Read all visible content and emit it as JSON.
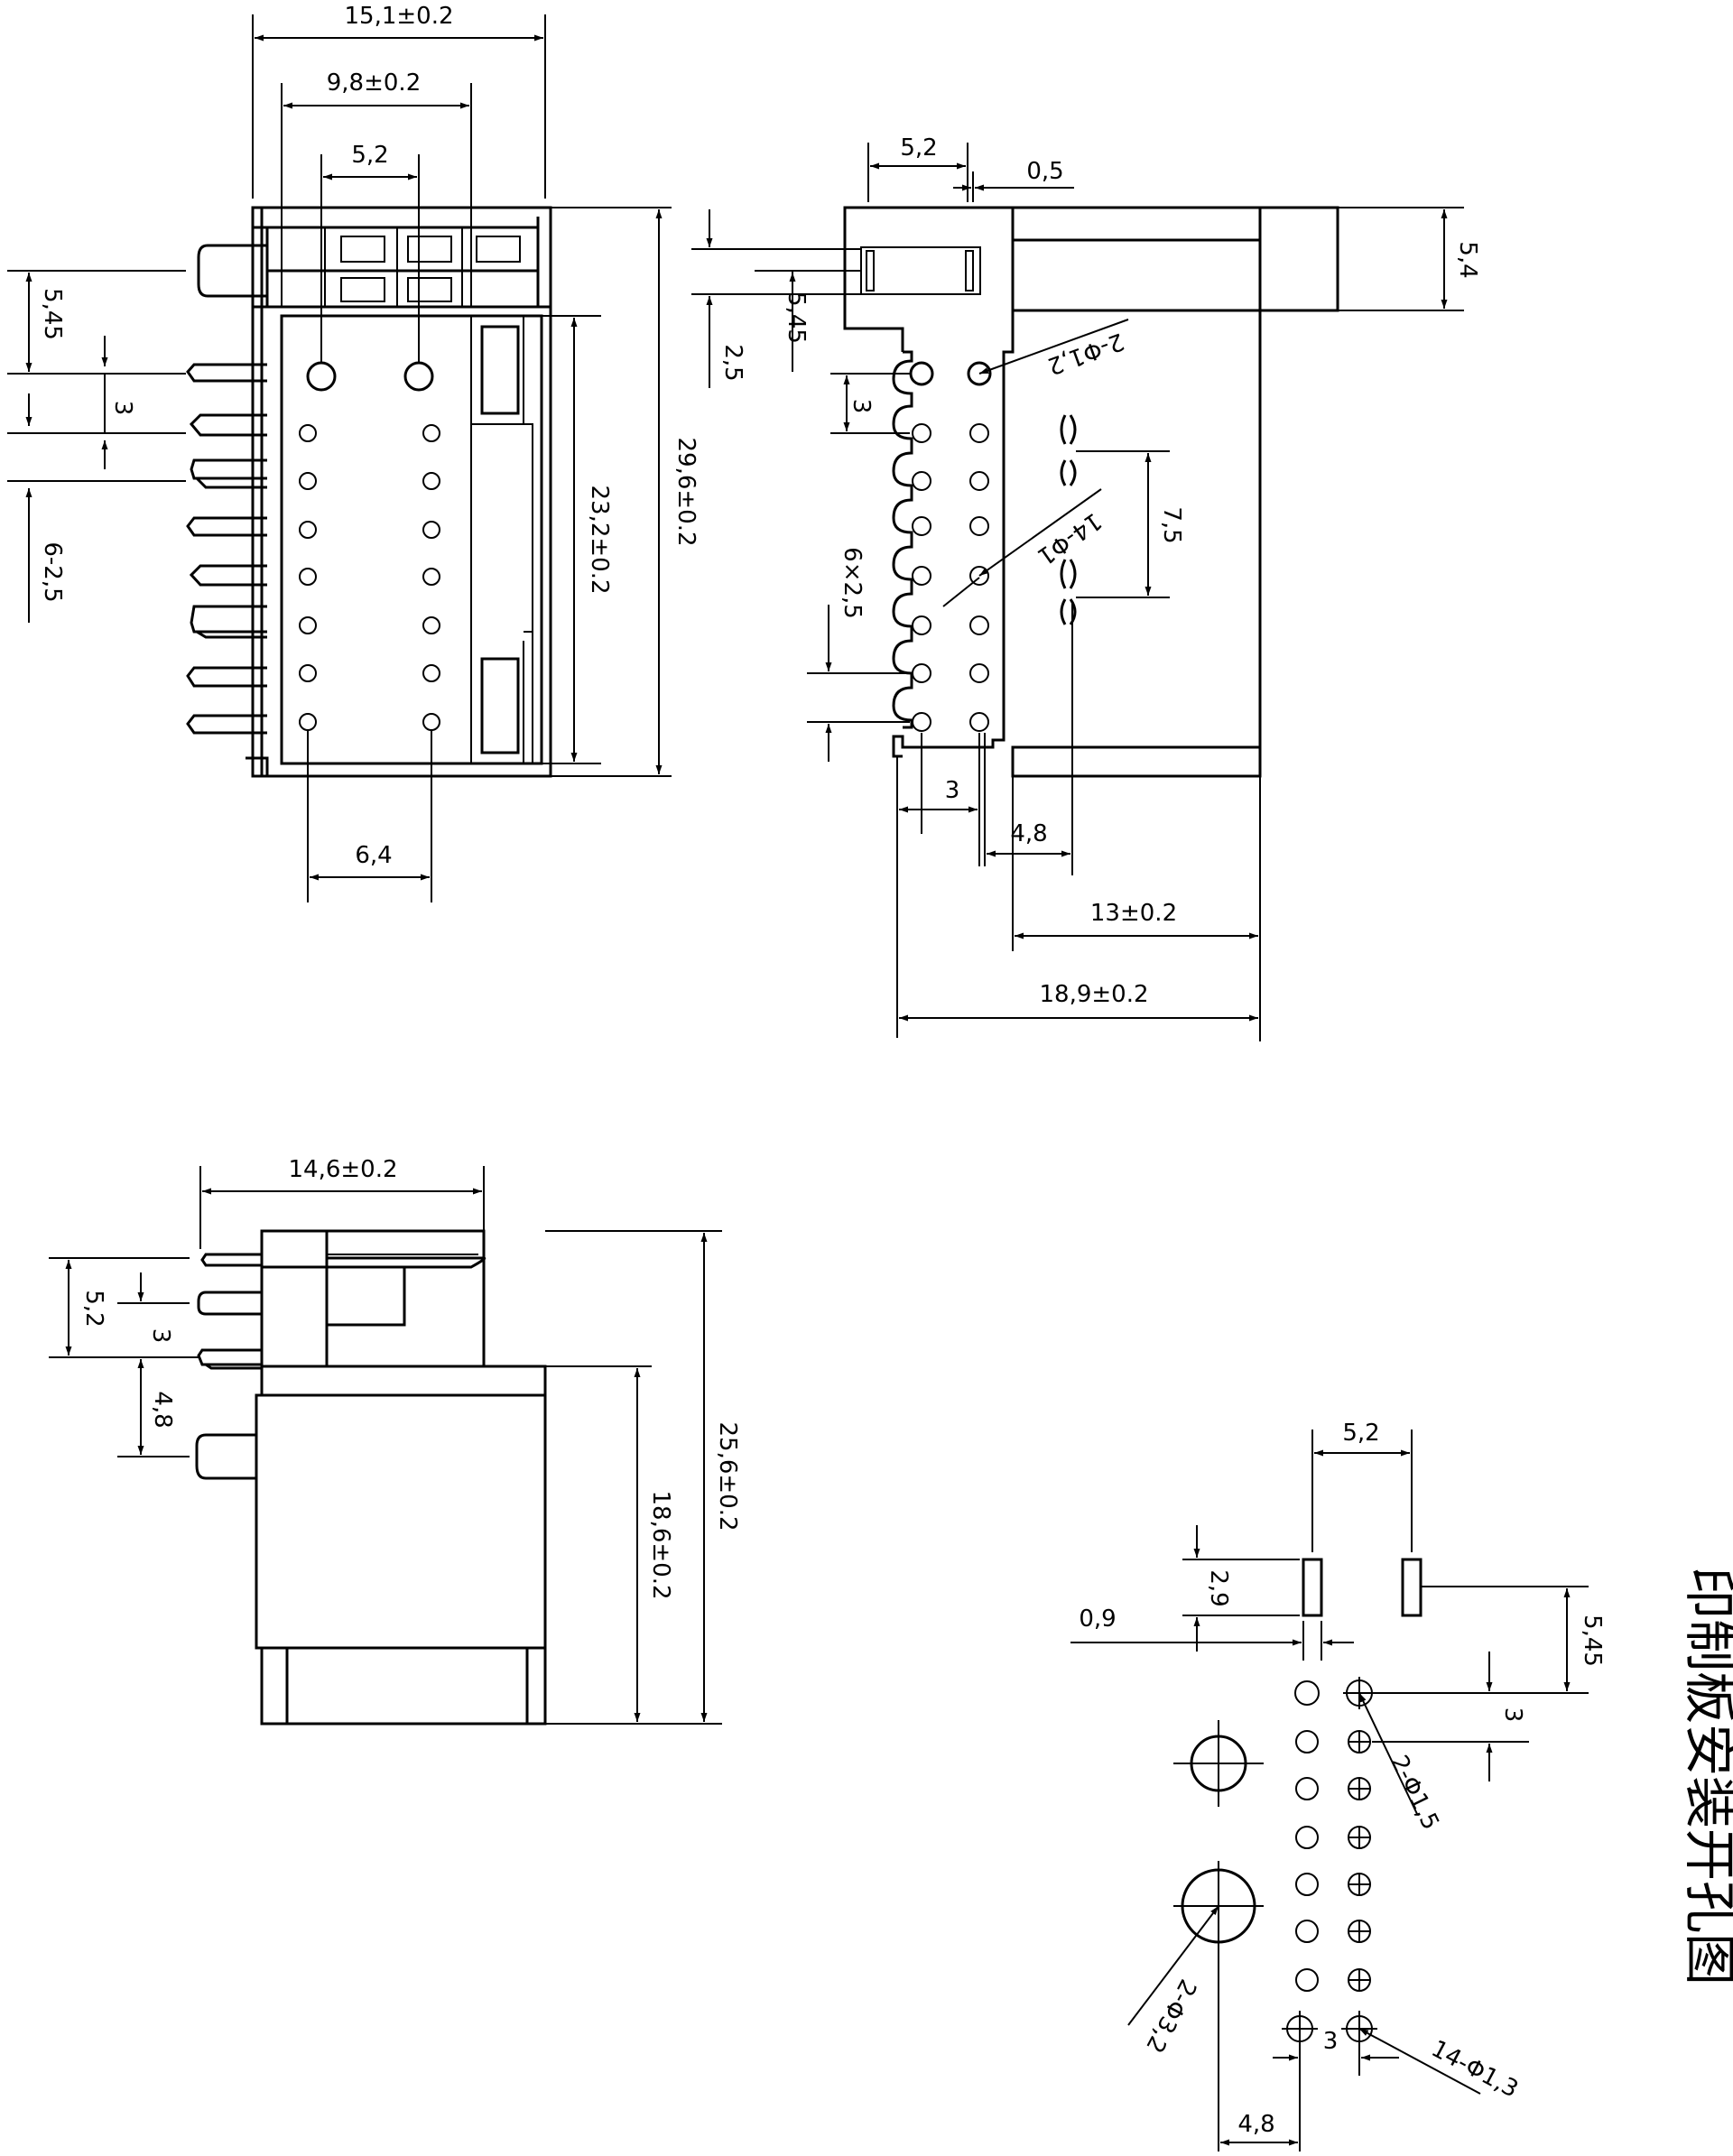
{
  "top_left": {
    "dims": {
      "w_total": "15,1±0.2",
      "w_mid": "9,8±0.2",
      "w_pin": "5,2",
      "h_pin": "5,45",
      "h_pitch": "3",
      "h_rows": "6-2,5",
      "h_total": "29,6±0.2",
      "h_body": "23,2±0.2",
      "w_bottom": "6,4"
    }
  },
  "top_right": {
    "dims": {
      "w_top": "5,2",
      "gap": "0,5",
      "h_flange": "5,4",
      "h_pin": "5,45",
      "h_off": "2,5",
      "h_pitch": "3",
      "holes_big": "2-Φ1,2",
      "holes_small": "14-Φ1",
      "peg_spacing": "7,5",
      "rows": "6×2,5",
      "w_3": "3",
      "w_48": "4,8",
      "w_13": "13±0.2",
      "w_total": "18,9±0.2"
    }
  },
  "bottom_left": {
    "dims": {
      "w_top": "14,6±0.2",
      "h_52": "5,2",
      "h_3": "3",
      "h_48": "4,8",
      "h_total": "25,6±0.2",
      "h_body": "18,6±0.2"
    }
  },
  "pcb": {
    "title": "印制板安装开孔图",
    "dims": {
      "w_52": "5,2",
      "h_29": "2,9",
      "w_09": "0,9",
      "h_545": "5,45",
      "h_3": "3",
      "holes_15": "2-Φ1,5",
      "holes_32": "2-Φ3,2",
      "holes_13": "14-Φ1,3",
      "w_48": "4,8",
      "w_3": "3"
    }
  }
}
